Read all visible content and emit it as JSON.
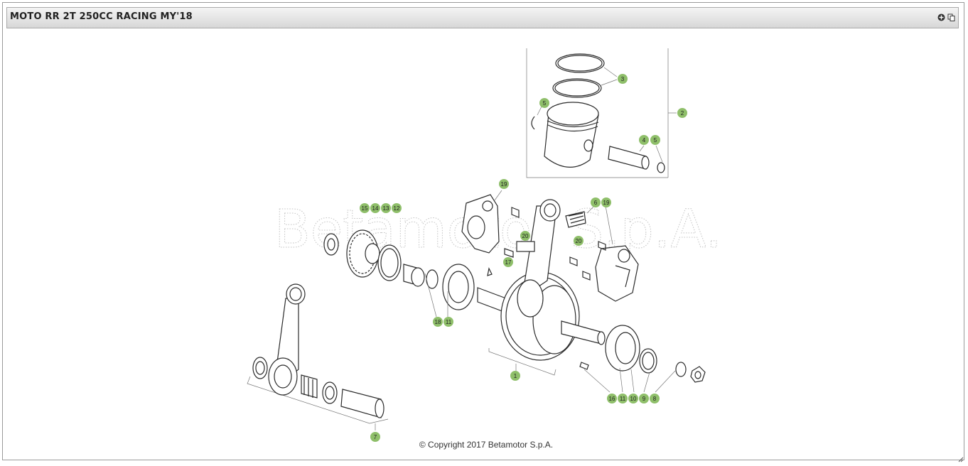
{
  "window": {
    "title": "MOTO RR 2T 250CC RACING MY'18"
  },
  "toolbar": {
    "icons": [
      "add-circle-icon",
      "copy-icon"
    ]
  },
  "diagram": {
    "watermark": "Betamotor S.p.A.",
    "callouts": [
      "1",
      "2",
      "3",
      "4",
      "5",
      "5",
      "6",
      "7",
      "8",
      "9",
      "10",
      "11",
      "11",
      "12",
      "13",
      "14",
      "15",
      "16",
      "17",
      "18",
      "19",
      "19",
      "20",
      "20"
    ]
  },
  "footer": {
    "copyright": "© Copyright 2017 Betamotor S.p.A."
  },
  "colors": {
    "callout": "#8fbf6a",
    "titlebar_top": "#f4f4f4",
    "titlebar_bottom": "#d7d7d7"
  }
}
